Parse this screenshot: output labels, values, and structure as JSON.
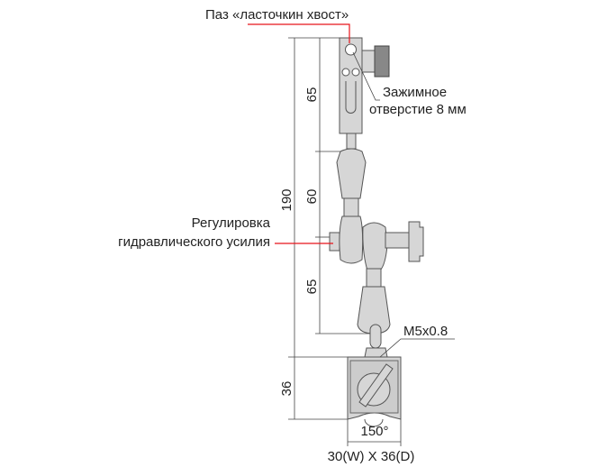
{
  "labels": {
    "dovetail": "Паз «ласточкин хвост»",
    "clamp_hole_line1": "Зажимное",
    "clamp_hole_line2": "отверстие 8 мм",
    "hydraulic_line1": "Регулировка",
    "hydraulic_line2": "гидравлического усилия",
    "thread": "M5x0.8",
    "angle": "150°",
    "base_size": "30(W) X 36(D)"
  },
  "dimensions": {
    "total_height": "190",
    "upper_segment": "65",
    "middle_segment": "60",
    "lower_segment": "65",
    "base_height": "36"
  },
  "colors": {
    "callout": "#e8141b",
    "part_fill": "#d6d6d6"
  }
}
